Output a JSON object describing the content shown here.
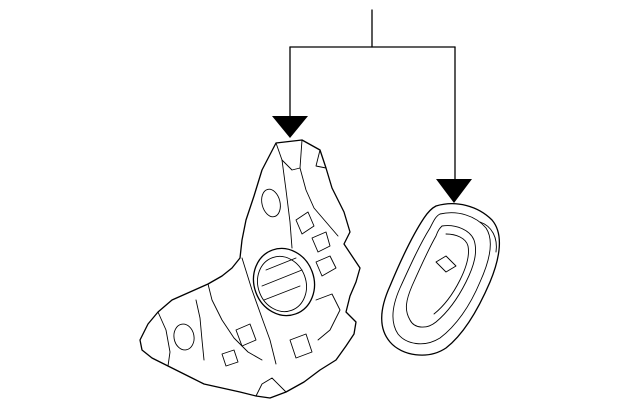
{
  "diagram": {
    "type": "exploded-parts-illustration",
    "line_color": "#000000",
    "background_color": "#ffffff",
    "parts": [
      {
        "id": "door-lock-actuator",
        "description_icon": "lock-actuator-housing"
      },
      {
        "id": "outer-handle-bezel",
        "description_icon": "oval-handle-bezel"
      }
    ],
    "callouts": [
      {
        "from": "leader-stem",
        "to": "door-lock-actuator"
      },
      {
        "from": "leader-stem",
        "to": "outer-handle-bezel"
      }
    ]
  }
}
